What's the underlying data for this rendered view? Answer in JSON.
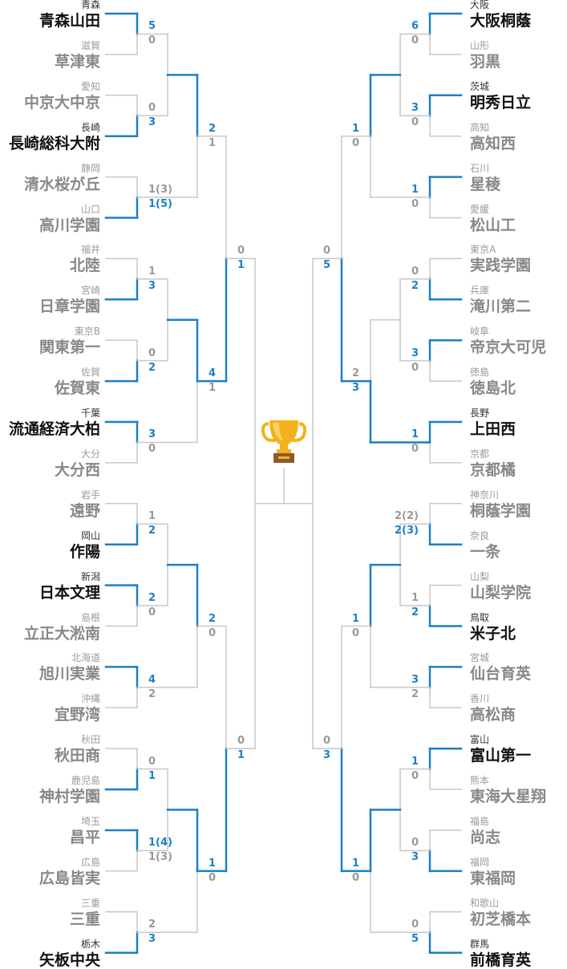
{
  "colors": {
    "win": "#1d7fc4",
    "lose": "#c8c8c8",
    "trophy_gold": "#f2b21c",
    "trophy_base": "#8b5a2b"
  },
  "icon": "trophy-icon",
  "left_teams": [
    {
      "pref": "青森",
      "name": "青森山田",
      "active": true
    },
    {
      "pref": "滋賀",
      "name": "草津東",
      "active": false
    },
    {
      "pref": "愛知",
      "name": "中京大中京",
      "active": false
    },
    {
      "pref": "長崎",
      "name": "長崎総科大附",
      "active": true
    },
    {
      "pref": "静岡",
      "name": "清水桜が丘",
      "active": false
    },
    {
      "pref": "山口",
      "name": "高川学園",
      "active": false
    },
    {
      "pref": "福井",
      "name": "北陸",
      "active": false
    },
    {
      "pref": "宮崎",
      "name": "日章学園",
      "active": false
    },
    {
      "pref": "東京B",
      "name": "関東第一",
      "active": false
    },
    {
      "pref": "佐賀",
      "name": "佐賀東",
      "active": false
    },
    {
      "pref": "千葉",
      "name": "流通経済大柏",
      "active": true
    },
    {
      "pref": "大分",
      "name": "大分西",
      "active": false
    },
    {
      "pref": "岩手",
      "name": "遠野",
      "active": false
    },
    {
      "pref": "岡山",
      "name": "作陽",
      "active": true
    },
    {
      "pref": "新潟",
      "name": "日本文理",
      "active": true
    },
    {
      "pref": "島根",
      "name": "立正大淞南",
      "active": false
    },
    {
      "pref": "北海道",
      "name": "旭川実業",
      "active": false
    },
    {
      "pref": "沖縄",
      "name": "宜野湾",
      "active": false
    },
    {
      "pref": "秋田",
      "name": "秋田商",
      "active": false
    },
    {
      "pref": "鹿児島",
      "name": "神村学園",
      "active": false
    },
    {
      "pref": "埼玉",
      "name": "昌平",
      "active": false
    },
    {
      "pref": "広島",
      "name": "広島皆実",
      "active": false
    },
    {
      "pref": "三重",
      "name": "三重",
      "active": false
    },
    {
      "pref": "栃木",
      "name": "矢板中央",
      "active": true
    }
  ],
  "right_teams": [
    {
      "pref": "大阪",
      "name": "大阪桐蔭",
      "active": true
    },
    {
      "pref": "山形",
      "name": "羽黒",
      "active": false
    },
    {
      "pref": "茨城",
      "name": "明秀日立",
      "active": true
    },
    {
      "pref": "高知",
      "name": "高知西",
      "active": false
    },
    {
      "pref": "石川",
      "name": "星稜",
      "active": false
    },
    {
      "pref": "愛媛",
      "name": "松山工",
      "active": false
    },
    {
      "pref": "東京A",
      "name": "実践学園",
      "active": false
    },
    {
      "pref": "兵庫",
      "name": "滝川第二",
      "active": false
    },
    {
      "pref": "岐阜",
      "name": "帝京大可児",
      "active": false
    },
    {
      "pref": "徳島",
      "name": "徳島北",
      "active": false
    },
    {
      "pref": "長野",
      "name": "上田西",
      "active": true
    },
    {
      "pref": "京都",
      "name": "京都橘",
      "active": false
    },
    {
      "pref": "神奈川",
      "name": "桐蔭学園",
      "active": false
    },
    {
      "pref": "奈良",
      "name": "一条",
      "active": false
    },
    {
      "pref": "山梨",
      "name": "山梨学院",
      "active": false
    },
    {
      "pref": "鳥取",
      "name": "米子北",
      "active": true
    },
    {
      "pref": "宮城",
      "name": "仙台育英",
      "active": false
    },
    {
      "pref": "香川",
      "name": "高松商",
      "active": false
    },
    {
      "pref": "富山",
      "name": "富山第一",
      "active": true
    },
    {
      "pref": "熊本",
      "name": "東海大星翔",
      "active": false
    },
    {
      "pref": "福島",
      "name": "尚志",
      "active": false
    },
    {
      "pref": "福岡",
      "name": "東福岡",
      "active": false
    },
    {
      "pref": "和歌山",
      "name": "初芝橋本",
      "active": false
    },
    {
      "pref": "群馬",
      "name": "前橋育英",
      "active": true
    }
  ],
  "left_matches": {
    "r1": [
      {
        "top": "5",
        "bottom": "0",
        "winner": "top"
      },
      {
        "top": "0",
        "bottom": "3",
        "winner": "bottom"
      },
      {
        "top": "1(3)",
        "bottom": "1(5)",
        "winner": "bottom"
      },
      {
        "top": "1",
        "bottom": "3",
        "winner": "bottom"
      },
      {
        "top": "0",
        "bottom": "2",
        "winner": "bottom"
      },
      {
        "top": "3",
        "bottom": "0",
        "winner": "top"
      },
      {
        "top": "1",
        "bottom": "2",
        "winner": "bottom"
      },
      {
        "top": "2",
        "bottom": "0",
        "winner": "top"
      },
      {
        "top": "4",
        "bottom": "2",
        "winner": "top"
      },
      {
        "top": "0",
        "bottom": "1",
        "winner": "bottom"
      },
      {
        "top": "1(4)",
        "bottom": "1(3)",
        "winner": "top"
      },
      {
        "top": "2",
        "bottom": "3",
        "winner": "bottom"
      }
    ],
    "r2": [
      {
        "top": "2",
        "bottom": "1",
        "winner": "top"
      },
      {
        "top": "4",
        "bottom": "1",
        "winner": "top"
      },
      {
        "top": "2",
        "bottom": "0",
        "winner": "top"
      },
      {
        "top": "1",
        "bottom": "0",
        "winner": "top"
      }
    ],
    "r3": [
      {
        "top": "0",
        "bottom": "1",
        "winner": "bottom"
      },
      {
        "top": "0",
        "bottom": "1",
        "winner": "bottom"
      }
    ]
  },
  "right_matches": {
    "r1": [
      {
        "top": "6",
        "bottom": "0",
        "winner": "top"
      },
      {
        "top": "3",
        "bottom": "0",
        "winner": "top"
      },
      {
        "top": "1",
        "bottom": "0",
        "winner": "top"
      },
      {
        "top": "0",
        "bottom": "2",
        "winner": "bottom"
      },
      {
        "top": "3",
        "bottom": "0",
        "winner": "top"
      },
      {
        "top": "1",
        "bottom": "0",
        "winner": "top"
      },
      {
        "top": "2(2)",
        "bottom": "2(3)",
        "winner": "bottom"
      },
      {
        "top": "1",
        "bottom": "2",
        "winner": "bottom"
      },
      {
        "top": "3",
        "bottom": "2",
        "winner": "top"
      },
      {
        "top": "1",
        "bottom": "0",
        "winner": "top"
      },
      {
        "top": "0",
        "bottom": "3",
        "winner": "bottom"
      },
      {
        "top": "0",
        "bottom": "5",
        "winner": "bottom"
      }
    ],
    "r2": [
      {
        "top": "1",
        "bottom": "0",
        "winner": "top"
      },
      {
        "top": "2",
        "bottom": "3",
        "winner": "bottom"
      },
      {
        "top": "1",
        "bottom": "0",
        "winner": "top"
      },
      {
        "top": "1",
        "bottom": "0",
        "winner": "top"
      }
    ],
    "r3": [
      {
        "top": "0",
        "bottom": "5",
        "winner": "bottom"
      },
      {
        "top": "0",
        "bottom": "3",
        "winner": "bottom"
      }
    ]
  }
}
